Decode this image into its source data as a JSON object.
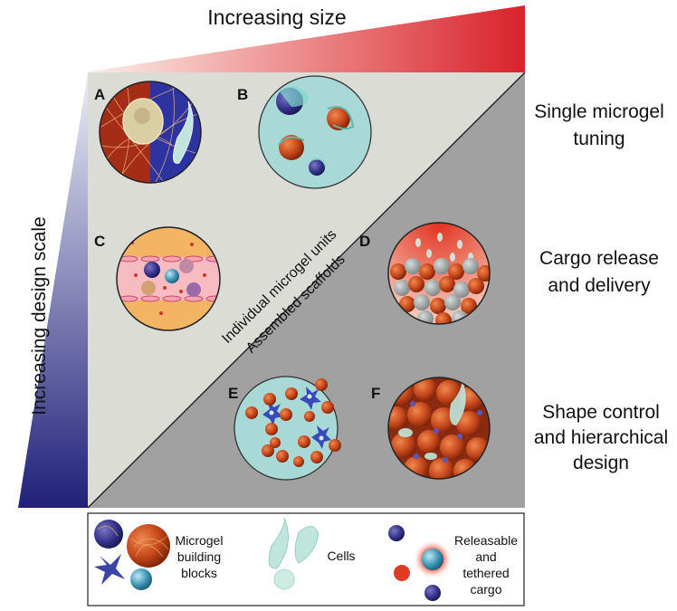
{
  "top_arrow": {
    "label": "Increasing size"
  },
  "left_arrow": {
    "label": "Increasing design scale"
  },
  "diagonal": {
    "upper_label": "Individual microgel units",
    "lower_label": "Assembled scaffolds"
  },
  "panels": [
    "A",
    "B",
    "C",
    "D",
    "E",
    "F"
  ],
  "categories": [
    {
      "lines": [
        "Single microgel",
        "tuning"
      ]
    },
    {
      "lines": [
        "Cargo release",
        "and delivery"
      ]
    },
    {
      "lines": [
        "Shape control",
        "and hierarchical",
        "design"
      ]
    }
  ],
  "legend": {
    "building_blocks": [
      "Microgel",
      "building",
      "blocks"
    ],
    "cells": [
      "Cells"
    ],
    "cargo": [
      "Releasable",
      "and",
      "tethered",
      "cargo"
    ]
  },
  "colors": {
    "size_gradient_start": "#fce4d8",
    "size_gradient_end": "#d9222a",
    "scale_gradient_start": "#e6e7f2",
    "scale_gradient_end": "#24237c",
    "upper_triangle": "#dcdcd8",
    "lower_triangle": "#9e9e9e",
    "microgel_red": "#c24418",
    "microgel_blue": "#2b2e8c",
    "cell_teal": "#9fd9d0",
    "bubble_fill": "#a9d8d6"
  }
}
